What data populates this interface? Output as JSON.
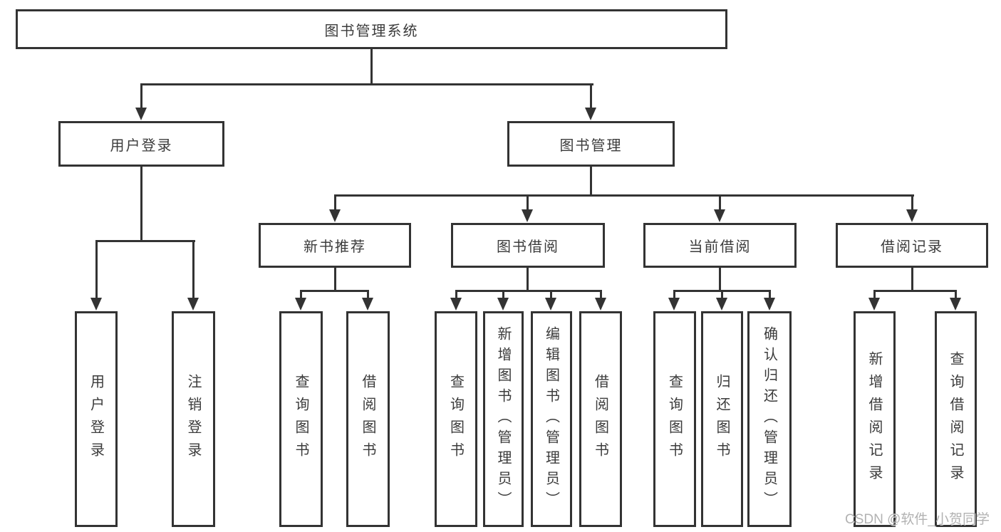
{
  "diagram": {
    "tree": {
      "root": {
        "label": "图书管理系统",
        "children": [
          {
            "label": "用户登录",
            "children": [
              {
                "label": "用户登录"
              },
              {
                "label": "注销登录"
              }
            ]
          },
          {
            "label": "图书管理",
            "children": [
              {
                "label": "新书推荐",
                "children": [
                  {
                    "label": "查询图书"
                  },
                  {
                    "label": "借阅图书"
                  }
                ]
              },
              {
                "label": "图书借阅",
                "children": [
                  {
                    "label": "查询图书"
                  },
                  {
                    "label": "新增图书（管理员）"
                  },
                  {
                    "label": "编辑图书（管理员）"
                  },
                  {
                    "label": "借阅图书"
                  }
                ]
              },
              {
                "label": "当前借阅",
                "children": [
                  {
                    "label": "查询图书"
                  },
                  {
                    "label": "归还图书"
                  },
                  {
                    "label": "确认归还（管理员）"
                  }
                ]
              },
              {
                "label": "借阅记录",
                "children": [
                  {
                    "label": "新增借阅记录"
                  },
                  {
                    "label": "查询借阅记录"
                  }
                ]
              }
            ]
          }
        ]
      }
    },
    "watermark": {
      "text": "CSDN @软件_小贺同学"
    },
    "colors": {
      "line": "#333333",
      "text": "#3b3b3b",
      "background": "#ffffff",
      "watermark": "#ababab"
    }
  }
}
